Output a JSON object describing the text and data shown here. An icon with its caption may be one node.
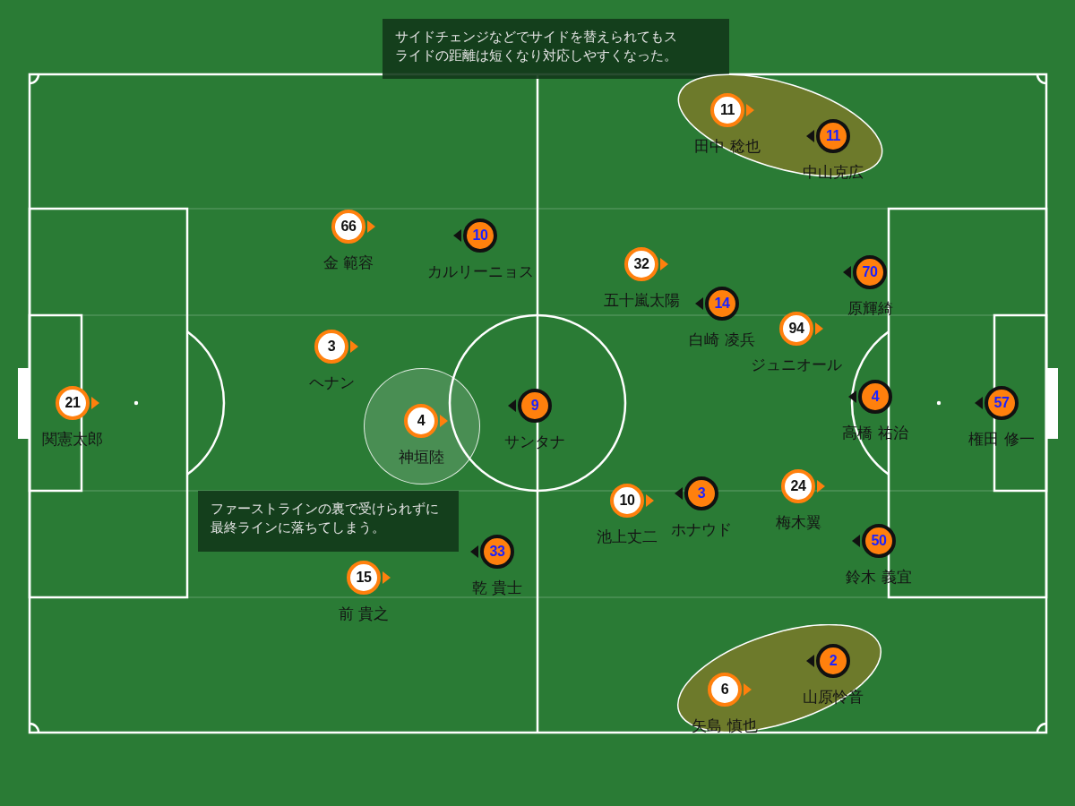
{
  "diagram": {
    "nodes": [
      {
        "text": [
          "サイドチェンジなどでサイドを替えられてもスライドの距離は短くなり対応しやすくなった。"
        ]
      },
      {
        "text": [],
        "shape": "ellipse"
      },
      {
        "text": [
          "11"
        ],
        "beside": [
          "田中 稔也"
        ],
        "in": 1
      },
      {
        "text": [
          "11"
        ],
        "beside": [
          "中山克広"
        ],
        "in": 1
      },
      {
        "text": [
          "66"
        ],
        "beside": [
          "金 範容"
        ]
      },
      {
        "text": [
          "10"
        ],
        "beside": [
          "カルリーニョス"
        ]
      },
      {
        "text": [
          "32"
        ],
        "beside": [
          "五十嵐太陽"
        ]
      },
      {
        "text": [
          "70"
        ],
        "beside": [
          "原輝綺"
        ]
      },
      {
        "text": [
          "14"
        ],
        "beside": [
          "白崎 凌兵"
        ]
      },
      {
        "text": [
          "94"
        ],
        "beside": [
          "ジュニオール"
        ]
      },
      {
        "text": [
          "3"
        ],
        "beside": [
          "ヘナン"
        ]
      },
      {
        "text": [
          "21"
        ],
        "beside": [
          "関憲太郎"
        ]
      },
      {
        "text": [],
        "shape": "circle"
      },
      {
        "text": [
          "4"
        ],
        "beside": [
          "神垣陸"
        ],
        "in": 12
      },
      {
        "text": [
          "9"
        ],
        "beside": [
          "サンタナ"
        ]
      },
      {
        "text": [
          "4"
        ],
        "beside": [
          "高橋 祐治"
        ]
      },
      {
        "text": [
          "57"
        ],
        "beside": [
          "権田 修一"
        ]
      },
      {
        "text": [
          "10"
        ],
        "beside": [
          "池上丈二"
        ]
      },
      {
        "text": [
          "3"
        ],
        "beside": [
          "ホナウド"
        ]
      },
      {
        "text": [
          "24"
        ],
        "beside": [
          "梅木翼"
        ]
      },
      {
        "text": [
          "50"
        ],
        "beside": [
          "鈴木 義宜"
        ]
      },
      {
        "text": [
          "ファーストラインの裏で受けられずに最終ラインに落ちてしまう。"
        ]
      },
      {
        "text": [
          "33"
        ],
        "beside": [
          "乾 貴士"
        ]
      },
      {
        "text": [
          "15"
        ],
        "beside": [
          "前 貴之"
        ]
      },
      {
        "text": [],
        "shape": "ellipse"
      },
      {
        "text": [
          "2"
        ],
        "beside": [
          "山原怜音"
        ],
        "in": 24
      },
      {
        "text": [
          "6"
        ],
        "beside": [
          "矢島 慎也"
        ],
        "in": 24
      }
    ]
  }
}
